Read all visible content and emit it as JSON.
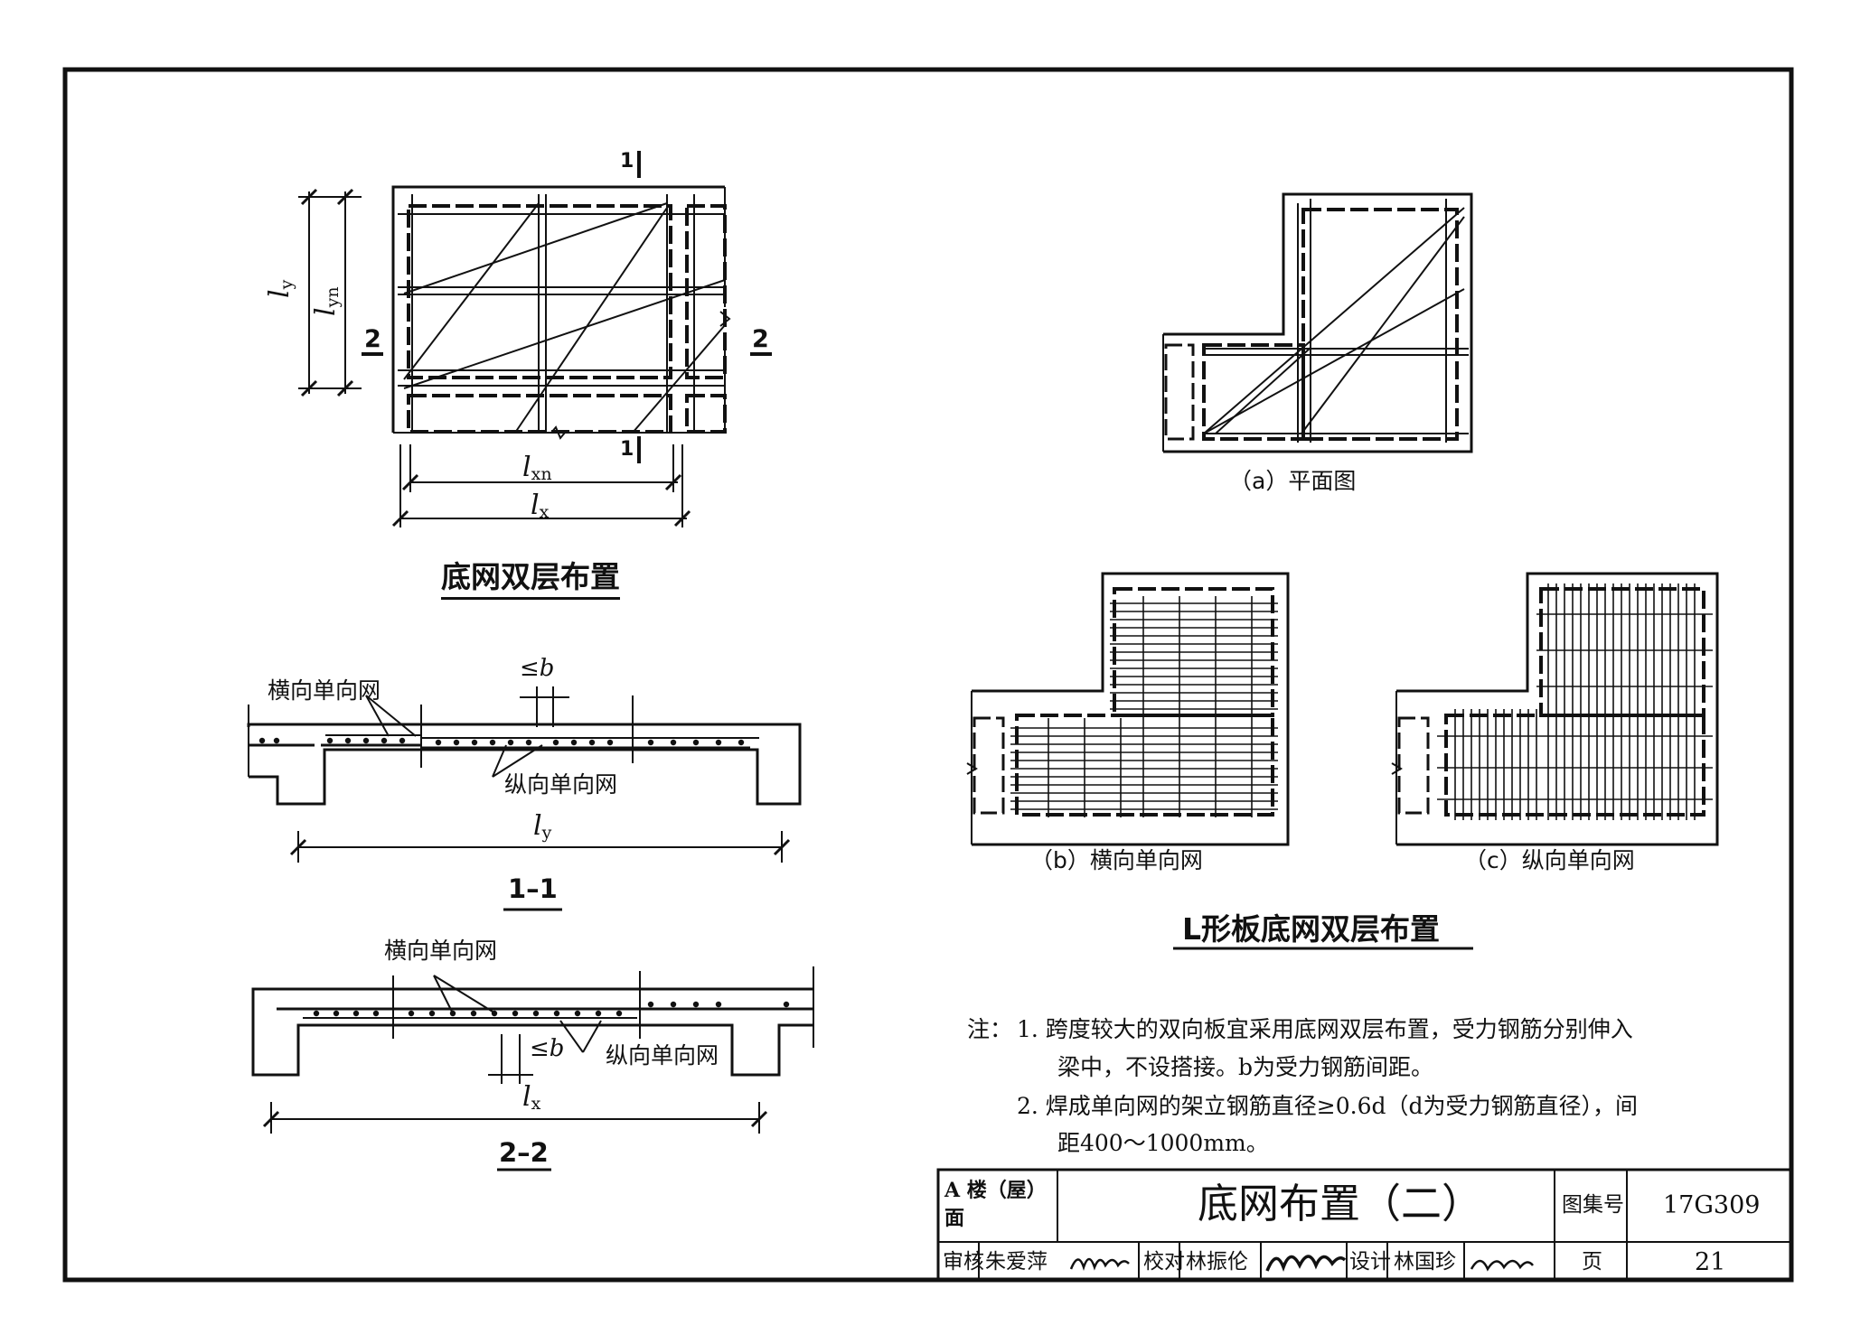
{
  "plan_top": {
    "title": "底网双层布置",
    "dims": {
      "ly": "l",
      "ly_sub": "y",
      "lyn": "l",
      "lyn_sub": "yn",
      "lxn": "l",
      "lxn_sub": "xn",
      "lx": "l",
      "lx_sub": "x"
    },
    "section_marks": {
      "one": "1",
      "two": "2"
    }
  },
  "section_1": {
    "label_transverse": "横向单向网",
    "label_longitudinal": "纵向单向网",
    "spacing": "≤",
    "spacing_var": "b",
    "dim": "l",
    "dim_sub": "y",
    "title": "1–1"
  },
  "section_2": {
    "label_transverse": "横向单向网",
    "label_longitudinal": "纵向单向网",
    "spacing": "≤",
    "spacing_var": "b",
    "dim": "l",
    "dim_sub": "x",
    "title": "2–2"
  },
  "l_slab": {
    "caption_a": "（a）平面图",
    "caption_b": "（b）横向单向网",
    "caption_c": "（c）纵向单向网",
    "title": "L形板底网双层布置"
  },
  "notes": {
    "prefix": "注：",
    "n1": "1. 跨度较大的双向板宜采用底网双层布置，受力钢筋分别伸入",
    "n1b": "梁中，不设搭接。b为受力钢筋间距。",
    "n2": "2. 焊成单向网的架立钢筋直径≥0.6d（d为受力钢筋直径），间",
    "n2b": "距400～1000mm。"
  },
  "title_block": {
    "category_line1": "A 楼（屋）",
    "category_line2": "面",
    "drawing_title": "底网布置（二）",
    "atlas_label": "图集号",
    "atlas_no": "17G309",
    "review_label": "审核",
    "reviewer": "朱爱萍",
    "check_label": "校对",
    "checker": "林振伦",
    "design_label": "设计",
    "designer": "林国珍",
    "page_label": "页",
    "page_no": "21"
  }
}
